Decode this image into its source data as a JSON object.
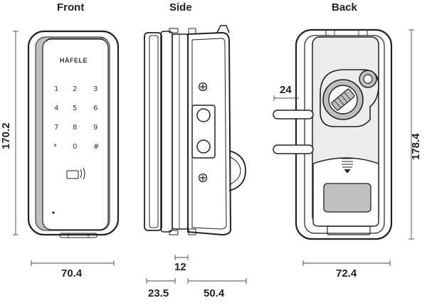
{
  "views": {
    "front": "Front",
    "side": "Side",
    "back": "Back"
  },
  "brand": "HÄFELE",
  "keypad": [
    "1",
    "2",
    "3",
    "4",
    "5",
    "6",
    "7",
    "8",
    "9",
    "*",
    "0",
    "#"
  ],
  "dimensions": {
    "front_width": "70.4",
    "front_height": "170.2",
    "side_a": "12",
    "side_b": "23.5",
    "side_c": "50.4",
    "back_width": "72.4",
    "back_height": "178.4",
    "bolt_spacing": "24"
  },
  "colors": {
    "line": "#222222",
    "gray": "#bfbfbf",
    "light": "#ededed"
  }
}
